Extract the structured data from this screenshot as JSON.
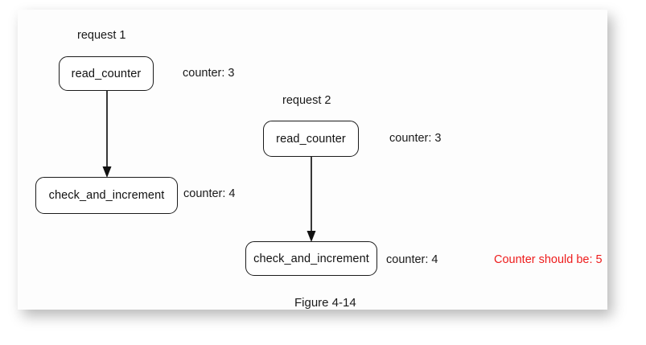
{
  "figure": {
    "caption": "Figure 4-14",
    "accent_red": "#ee1c1c",
    "text_color": "#1a1a1a",
    "panel_background": "#fdfdfd"
  },
  "requests": [
    {
      "title": "request 1",
      "steps": [
        {
          "node": "read_counter",
          "annotation": "counter: 3"
        },
        {
          "node": "check_and_increment",
          "annotation": "counter: 4"
        }
      ]
    },
    {
      "title": "request 2",
      "steps": [
        {
          "node": "read_counter",
          "annotation": "counter: 3"
        },
        {
          "node": "check_and_increment",
          "annotation": "counter: 4",
          "warning": "Counter should be: 5"
        }
      ]
    }
  ]
}
